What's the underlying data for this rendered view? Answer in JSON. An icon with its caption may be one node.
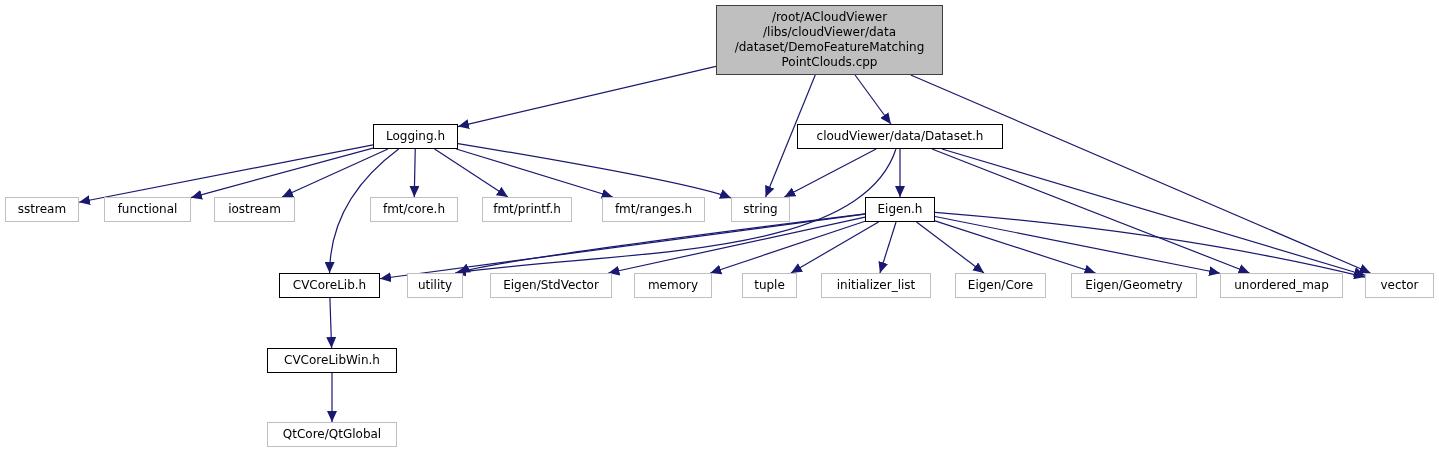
{
  "diagram": {
    "nodes": [
      {
        "text": [
          "/root/ACloudViewer /libs/cloudViewer/data /dataset/DemoFeatureMatching PointClouds.cpp"
        ]
      },
      {
        "text": [
          "Logging.h"
        ]
      },
      {
        "text": [
          "cloudViewer/data/Dataset.h"
        ]
      },
      {
        "text": [
          "sstream"
        ]
      },
      {
        "text": [
          "functional"
        ]
      },
      {
        "text": [
          "iostream"
        ]
      },
      {
        "text": [
          "fmt/core.h"
        ]
      },
      {
        "text": [
          "fmt/printf.h"
        ]
      },
      {
        "text": [
          "fmt/ranges.h"
        ]
      },
      {
        "text": [
          "string"
        ]
      },
      {
        "text": [
          "Eigen.h"
        ]
      },
      {
        "text": [
          "CVCoreLib.h"
        ]
      },
      {
        "text": [
          "utility"
        ]
      },
      {
        "text": [
          "Eigen/StdVector"
        ]
      },
      {
        "text": [
          "memory"
        ]
      },
      {
        "text": [
          "tuple"
        ]
      },
      {
        "text": [
          "initializer_list"
        ]
      },
      {
        "text": [
          "Eigen/Core"
        ]
      },
      {
        "text": [
          "Eigen/Geometry"
        ]
      },
      {
        "text": [
          "unordered_map"
        ]
      },
      {
        "text": [
          "vector"
        ]
      },
      {
        "text": [
          "CVCoreLibWin.h"
        ]
      },
      {
        "text": [
          "QtCore/QtGlobal"
        ]
      }
    ],
    "edges": [
      {
        "from": 0,
        "to": 1,
        "arrow": "to"
      },
      {
        "from": 0,
        "to": 9,
        "arrow": "to"
      },
      {
        "from": 0,
        "to": 2,
        "arrow": "to"
      },
      {
        "from": 0,
        "to": 20,
        "arrow": "to"
      },
      {
        "from": 1,
        "to": 3,
        "arrow": "to"
      },
      {
        "from": 1,
        "to": 4,
        "arrow": "to"
      },
      {
        "from": 1,
        "to": 5,
        "arrow": "to"
      },
      {
        "from": 1,
        "to": 6,
        "arrow": "to"
      },
      {
        "from": 1,
        "to": 7,
        "arrow": "to"
      },
      {
        "from": 1,
        "to": 8,
        "arrow": "to"
      },
      {
        "from": 1,
        "to": 9,
        "arrow": "to"
      },
      {
        "from": 1,
        "to": 11,
        "arrow": "to"
      },
      {
        "from": 2,
        "to": 9,
        "arrow": "to"
      },
      {
        "from": 2,
        "to": 12,
        "arrow": "to"
      },
      {
        "from": 2,
        "to": 10,
        "arrow": "to"
      },
      {
        "from": 2,
        "to": 19,
        "arrow": "to"
      },
      {
        "from": 2,
        "to": 20,
        "arrow": "to"
      },
      {
        "from": 10,
        "to": 11,
        "arrow": "to"
      },
      {
        "from": 10,
        "to": 12,
        "arrow": "to"
      },
      {
        "from": 10,
        "to": 13,
        "arrow": "to"
      },
      {
        "from": 10,
        "to": 14,
        "arrow": "to"
      },
      {
        "from": 10,
        "to": 15,
        "arrow": "to"
      },
      {
        "from": 10,
        "to": 16,
        "arrow": "to"
      },
      {
        "from": 10,
        "to": 17,
        "arrow": "to"
      },
      {
        "from": 10,
        "to": 18,
        "arrow": "to"
      },
      {
        "from": 10,
        "to": 19,
        "arrow": "to"
      },
      {
        "from": 10,
        "to": 20,
        "arrow": "to"
      },
      {
        "from": 11,
        "to": 21,
        "arrow": "to"
      },
      {
        "from": 21,
        "to": 22,
        "arrow": "to"
      }
    ]
  }
}
